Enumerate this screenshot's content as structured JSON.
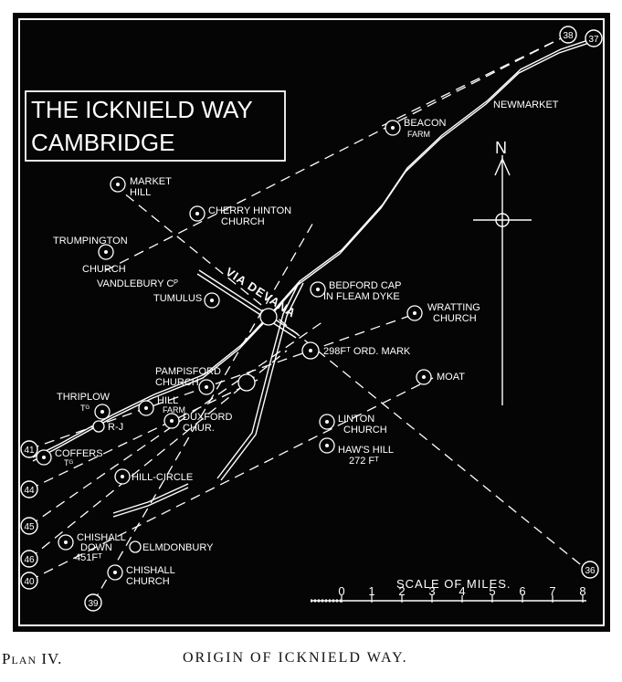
{
  "title_lines": [
    "THE ICKNIELD WAY",
    "CAMBRIDGE"
  ],
  "compass_label": "N",
  "caption": {
    "plan": "Plan IV.",
    "title": "ORIGIN OF ICKNIELD WAY."
  },
  "colors": {
    "background": "#050505",
    "ink": "#ffffff",
    "page": "#ffffff"
  },
  "scale": {
    "label": "SCALE OF MILES.",
    "ticks": [
      "0",
      "1",
      "2",
      "3",
      "4",
      "5",
      "6",
      "7",
      "8"
    ]
  },
  "edge_markers": [
    "38",
    "37",
    "41",
    "44",
    "45",
    "46",
    "40",
    "39",
    "36"
  ],
  "road_labels": {
    "via_devana": "VIA DEVANA"
  },
  "places": {
    "newmarket": "NEWMARKET",
    "beacon_farm": [
      "BEACON",
      "FARM"
    ],
    "market_hill": [
      "MARKET",
      "HILL"
    ],
    "cherry_hinton": [
      "CHERRY HINTON",
      "CHURCH"
    ],
    "trumpington": [
      "TRUMPINGTON",
      "CHURCH"
    ],
    "vandlebury": [
      "VANDLEBURY Cᴾ",
      "TUMULUS"
    ],
    "bedford_cap": [
      "BEDFORD CAP",
      "IN FLEAM DYKE"
    ],
    "wratting": [
      "WRATTING",
      "CHURCH"
    ],
    "ord_mark": "298Fᵀ ORD. MARK",
    "pampisford": [
      "PAMPISFORD",
      "CHURCH"
    ],
    "moat": "MOAT",
    "thriplow": [
      "THRIPLOW",
      "Tᴳ"
    ],
    "hill_farm": [
      "HILL",
      "FARM"
    ],
    "duxford": [
      "DUXFORD",
      "CHUR."
    ],
    "rj": "R-J",
    "linton": [
      "LINTON",
      "CHURCH"
    ],
    "haws_hill": [
      "HAW'S HILL",
      "272 Fᵀ"
    ],
    "coffers": [
      "COFFERS",
      "Tᴳ"
    ],
    "hill_circle": "HILL-CIRCLE",
    "chishall_down": [
      "CHISHALL",
      "DOWN",
      "451Fᵀ"
    ],
    "elmdonbury": "ELMDONBURY",
    "chishall_church": [
      "CHISHALL",
      "CHURCH"
    ]
  }
}
